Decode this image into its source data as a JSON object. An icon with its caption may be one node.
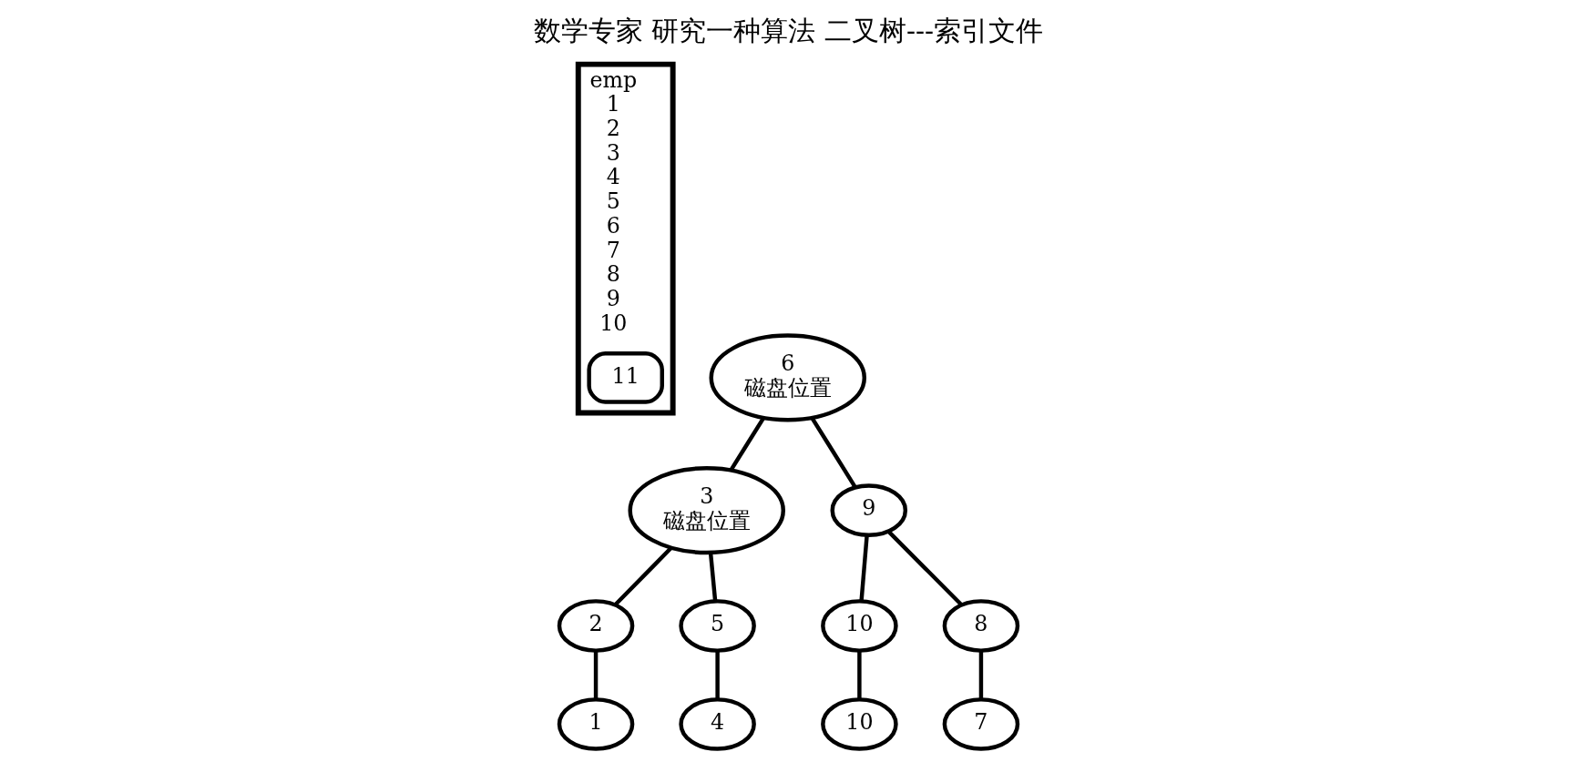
{
  "diagram": {
    "title": "数学专家 研究一种算法 二叉树---索引文件",
    "nodes": [
      {
        "text": [
          "emp",
          "1",
          "2",
          "3",
          "4",
          "5",
          "6",
          "7",
          "8",
          "9",
          "10"
        ]
      },
      {
        "text": [
          "11"
        ],
        "in": 0
      },
      {
        "text": [
          "6",
          "磁盘位置"
        ]
      },
      {
        "text": [
          "3",
          "磁盘位置"
        ]
      },
      {
        "text": [
          "9"
        ]
      },
      {
        "text": [
          "2"
        ]
      },
      {
        "text": [
          "5"
        ]
      },
      {
        "text": [
          "10"
        ]
      },
      {
        "text": [
          "8"
        ]
      },
      {
        "text": [
          "1"
        ]
      },
      {
        "text": [
          "4"
        ]
      },
      {
        "text": [
          "10"
        ]
      },
      {
        "text": [
          "7"
        ]
      }
    ],
    "edges": [
      {
        "from": 2,
        "to": 3,
        "arrow": "none"
      },
      {
        "from": 2,
        "to": 4,
        "arrow": "none"
      },
      {
        "from": 3,
        "to": 5,
        "arrow": "none"
      },
      {
        "from": 3,
        "to": 6,
        "arrow": "none"
      },
      {
        "from": 4,
        "to": 7,
        "arrow": "none"
      },
      {
        "from": 4,
        "to": 8,
        "arrow": "none"
      },
      {
        "from": 5,
        "to": 9,
        "arrow": "none"
      },
      {
        "from": 6,
        "to": 10,
        "arrow": "none"
      },
      {
        "from": 7,
        "to": 11,
        "arrow": "none"
      },
      {
        "from": 8,
        "to": 12,
        "arrow": "none"
      }
    ]
  }
}
